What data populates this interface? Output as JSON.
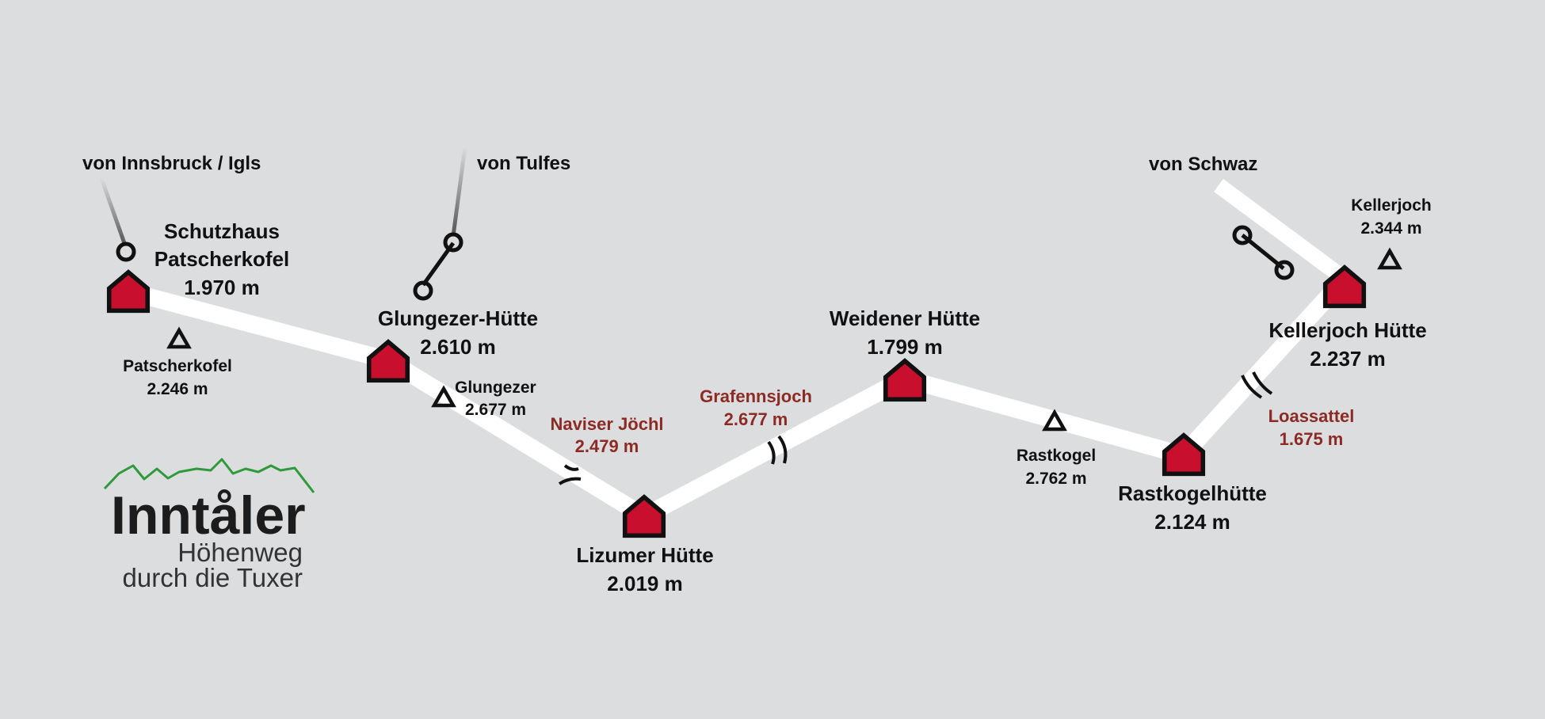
{
  "logo": {
    "title": "Inntåler",
    "subtitle_1": "Höhenweg",
    "subtitle_2": "durch die Tuxer",
    "mountain_color": "#2e9a3a"
  },
  "colors": {
    "background": "#dcdddf",
    "route": "#ffffff",
    "hut_fill": "#c8102e",
    "hut_stroke": "#111111",
    "pass_text": "#8c2a24"
  },
  "huts": [
    {
      "name_1": "Schutzhaus",
      "name_2": "Patscherkofel",
      "altitude": "1.970 m"
    },
    {
      "name_1": "Glungezer-Hütte",
      "altitude": "2.610 m"
    },
    {
      "name_1": "Lizumer Hütte",
      "altitude": "2.019 m"
    },
    {
      "name_1": "Weidener Hütte",
      "altitude": "1.799 m"
    },
    {
      "name_1": "Rastkogelhütte",
      "altitude": "2.124 m"
    },
    {
      "name_1": "Kellerjoch Hütte",
      "altitude": "2.237 m"
    }
  ],
  "peaks": [
    {
      "name": "Patscherkofel",
      "altitude": "2.246 m"
    },
    {
      "name": "Glungezer",
      "altitude": "2.677 m"
    },
    {
      "name": "Rastkogel",
      "altitude": "2.762 m"
    },
    {
      "name": "Kellerjoch",
      "altitude": "2.344 m"
    }
  ],
  "passes": [
    {
      "name": "Naviser Jöchl",
      "altitude": "2.479 m"
    },
    {
      "name": "Grafennsjoch",
      "altitude": "2.677 m"
    },
    {
      "name": "Loassattel",
      "altitude": "1.675 m"
    }
  ],
  "access": [
    {
      "label": "von Innsbruck / Igls"
    },
    {
      "label": "von Tulfes"
    },
    {
      "label": "von Schwaz"
    }
  ]
}
